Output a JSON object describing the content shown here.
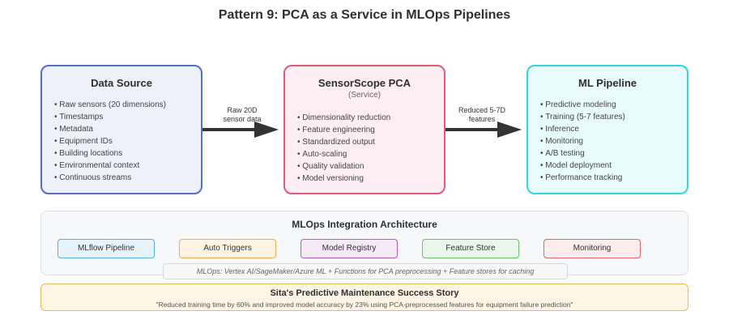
{
  "title": "Pattern 9: PCA as a Service in MLOps Pipelines",
  "boxes": {
    "source": {
      "title": "Data Source",
      "items": [
        "Raw sensors (20 dimensions)",
        "Timestamps",
        "Metadata",
        "Equipment IDs",
        "Building locations",
        "Environmental context",
        "Continuous streams"
      ]
    },
    "pca": {
      "title": "SensorScope PCA",
      "subtitle": "(Service)",
      "items": [
        "Dimensionality reduction",
        "Feature engineering",
        "Standardized output",
        "Auto-scaling",
        "Quality validation",
        "Model versioning"
      ]
    },
    "ml": {
      "title": "ML Pipeline",
      "items": [
        "Predictive modeling",
        "Training (5-7 features)",
        "Inference",
        "Monitoring",
        "A/B testing",
        "Model deployment",
        "Performance tracking"
      ]
    }
  },
  "arrows": {
    "a1": {
      "line1": "Raw 20D",
      "line2": "sensor data"
    },
    "a2": {
      "line1": "Reduced 5-7D",
      "line2": "features"
    }
  },
  "mlops": {
    "title": "MLOps Integration Architecture",
    "chips": [
      "MLflow Pipeline",
      "Auto Triggers",
      "Model Registry",
      "Feature Store",
      "Monitoring"
    ],
    "note": "MLOps: Vertex AI/SageMaker/Azure ML + Functions for PCA preprocessing + Feature stores for caching"
  },
  "story": {
    "title": "Sita's Predictive Maintenance Success Story",
    "quote": "\"Reduced training time by 60% and improved model accuracy by 23% using PCA-preprocessed features for equipment failure prediction\""
  },
  "colors": {
    "source_border": "#5b6cc7",
    "pca_border": "#e05a7a",
    "ml_border": "#2ed8e0",
    "arrow": "#333333"
  }
}
